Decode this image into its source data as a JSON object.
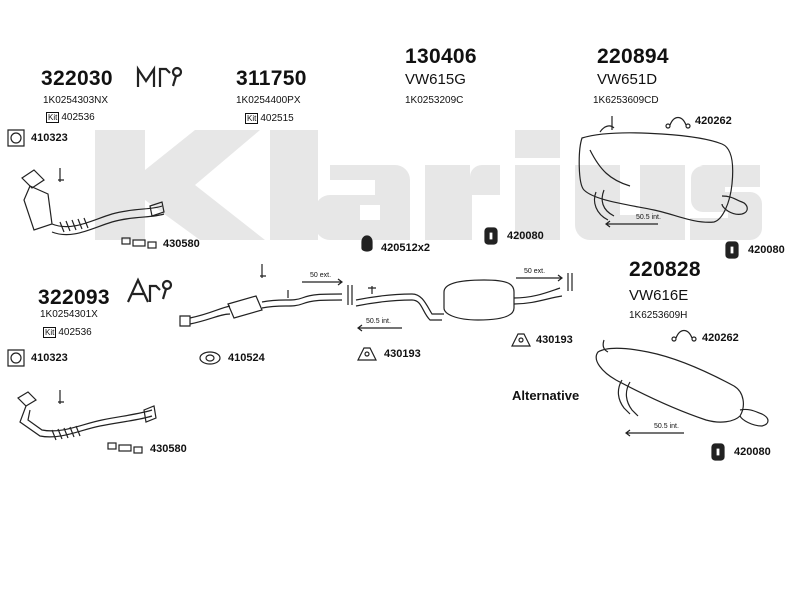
{
  "watermark": "klarius",
  "parts": {
    "p322030": {
      "number": "322030",
      "oem": "1K0254303NX",
      "kit": "402536"
    },
    "p311750": {
      "number": "311750",
      "oem": "1K0254400PX",
      "kit": "402515"
    },
    "p130406": {
      "number": "130406",
      "code": "VW615G",
      "oem": "1K0253209C"
    },
    "p220894": {
      "number": "220894",
      "code": "VW651D",
      "oem": "1K6253609CD"
    },
    "p322093": {
      "number": "322093",
      "oem": "1K0254301X",
      "kit": "402536"
    },
    "p220828": {
      "number": "220828",
      "code": "VW616E",
      "oem": "1K6253609H"
    }
  },
  "kit_label": "Kit",
  "refs": {
    "r410323a": "410323",
    "r430580a": "430580",
    "r420512": "420512x2",
    "r420080a": "420080",
    "r420262a": "420262",
    "r420080b": "420080",
    "r410323b": "410323",
    "r410524": "410524",
    "r430193a": "430193",
    "r430193b": "430193",
    "r420262b": "420262",
    "r430580b": "430580",
    "r420080c": "420080"
  },
  "dims": {
    "ext50a": "50 ext.",
    "ext50b": "50 ext.",
    "int505a": "50.5 int.",
    "int505b": "50.5 int.",
    "int505c": "50.5 int."
  },
  "alternative_label": "Alternative",
  "colors": {
    "line": "#222222",
    "watermark": "#e6e6e6"
  }
}
